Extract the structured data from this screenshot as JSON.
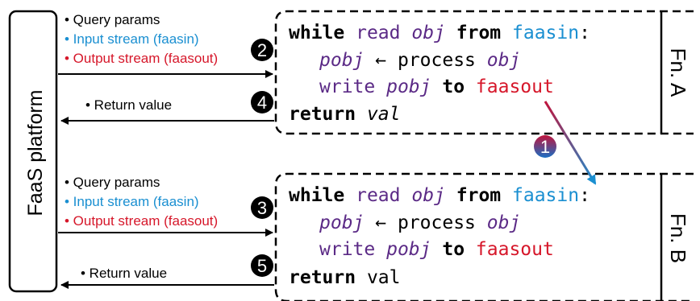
{
  "platform": {
    "label": "FaaS platform"
  },
  "colors": {
    "keyword": "#000000",
    "purple": "#5b2a86",
    "stream_in": "#1a8fd1",
    "stream_out": "#d6172a",
    "badge_1_top": "#c0143c",
    "badge_1_bottom": "#1a6fc4"
  },
  "top_request": {
    "bullet_query": "• Query params",
    "bullet_input": "• Input stream (faasin)",
    "bullet_output": "• Output stream (faasout)",
    "return_label": "• Return value"
  },
  "bottom_request": {
    "bullet_query": "• Query params",
    "bullet_input": "• Input stream (faasin)",
    "bullet_output": "• Output stream (faasout)",
    "return_label": "• Return value"
  },
  "badges": {
    "b1": "1",
    "b2": "2",
    "b3": "3",
    "b4": "4",
    "b5": "5"
  },
  "fn_a": {
    "name": "Fn. A",
    "l1_while": "while",
    "l1_read": "read",
    "l1_obj": "obj",
    "l1_from": "from",
    "l1_faasin": "faasin",
    "l1_colon": ":",
    "l2_pobj": "pobj",
    "l2_arrow": "←",
    "l2_process": "process",
    "l2_obj": "obj",
    "l3_write": "write",
    "l3_pobj": "pobj",
    "l3_to": "to",
    "l3_faasout": "faasout",
    "l4_return": "return",
    "l4_val": "val"
  },
  "fn_b": {
    "name": "Fn. B",
    "l1_while": "while",
    "l1_read": "read",
    "l1_obj": "obj",
    "l1_from": "from",
    "l1_faasin": "faasin",
    "l1_colon": ":",
    "l2_pobj": "pobj",
    "l2_arrow": "←",
    "l2_process": "process",
    "l2_obj": "obj",
    "l3_write": "write",
    "l3_pobj": "pobj",
    "l3_to": "to",
    "l3_faasout": "faasout",
    "l4_return": "return",
    "l4_val": "val"
  }
}
